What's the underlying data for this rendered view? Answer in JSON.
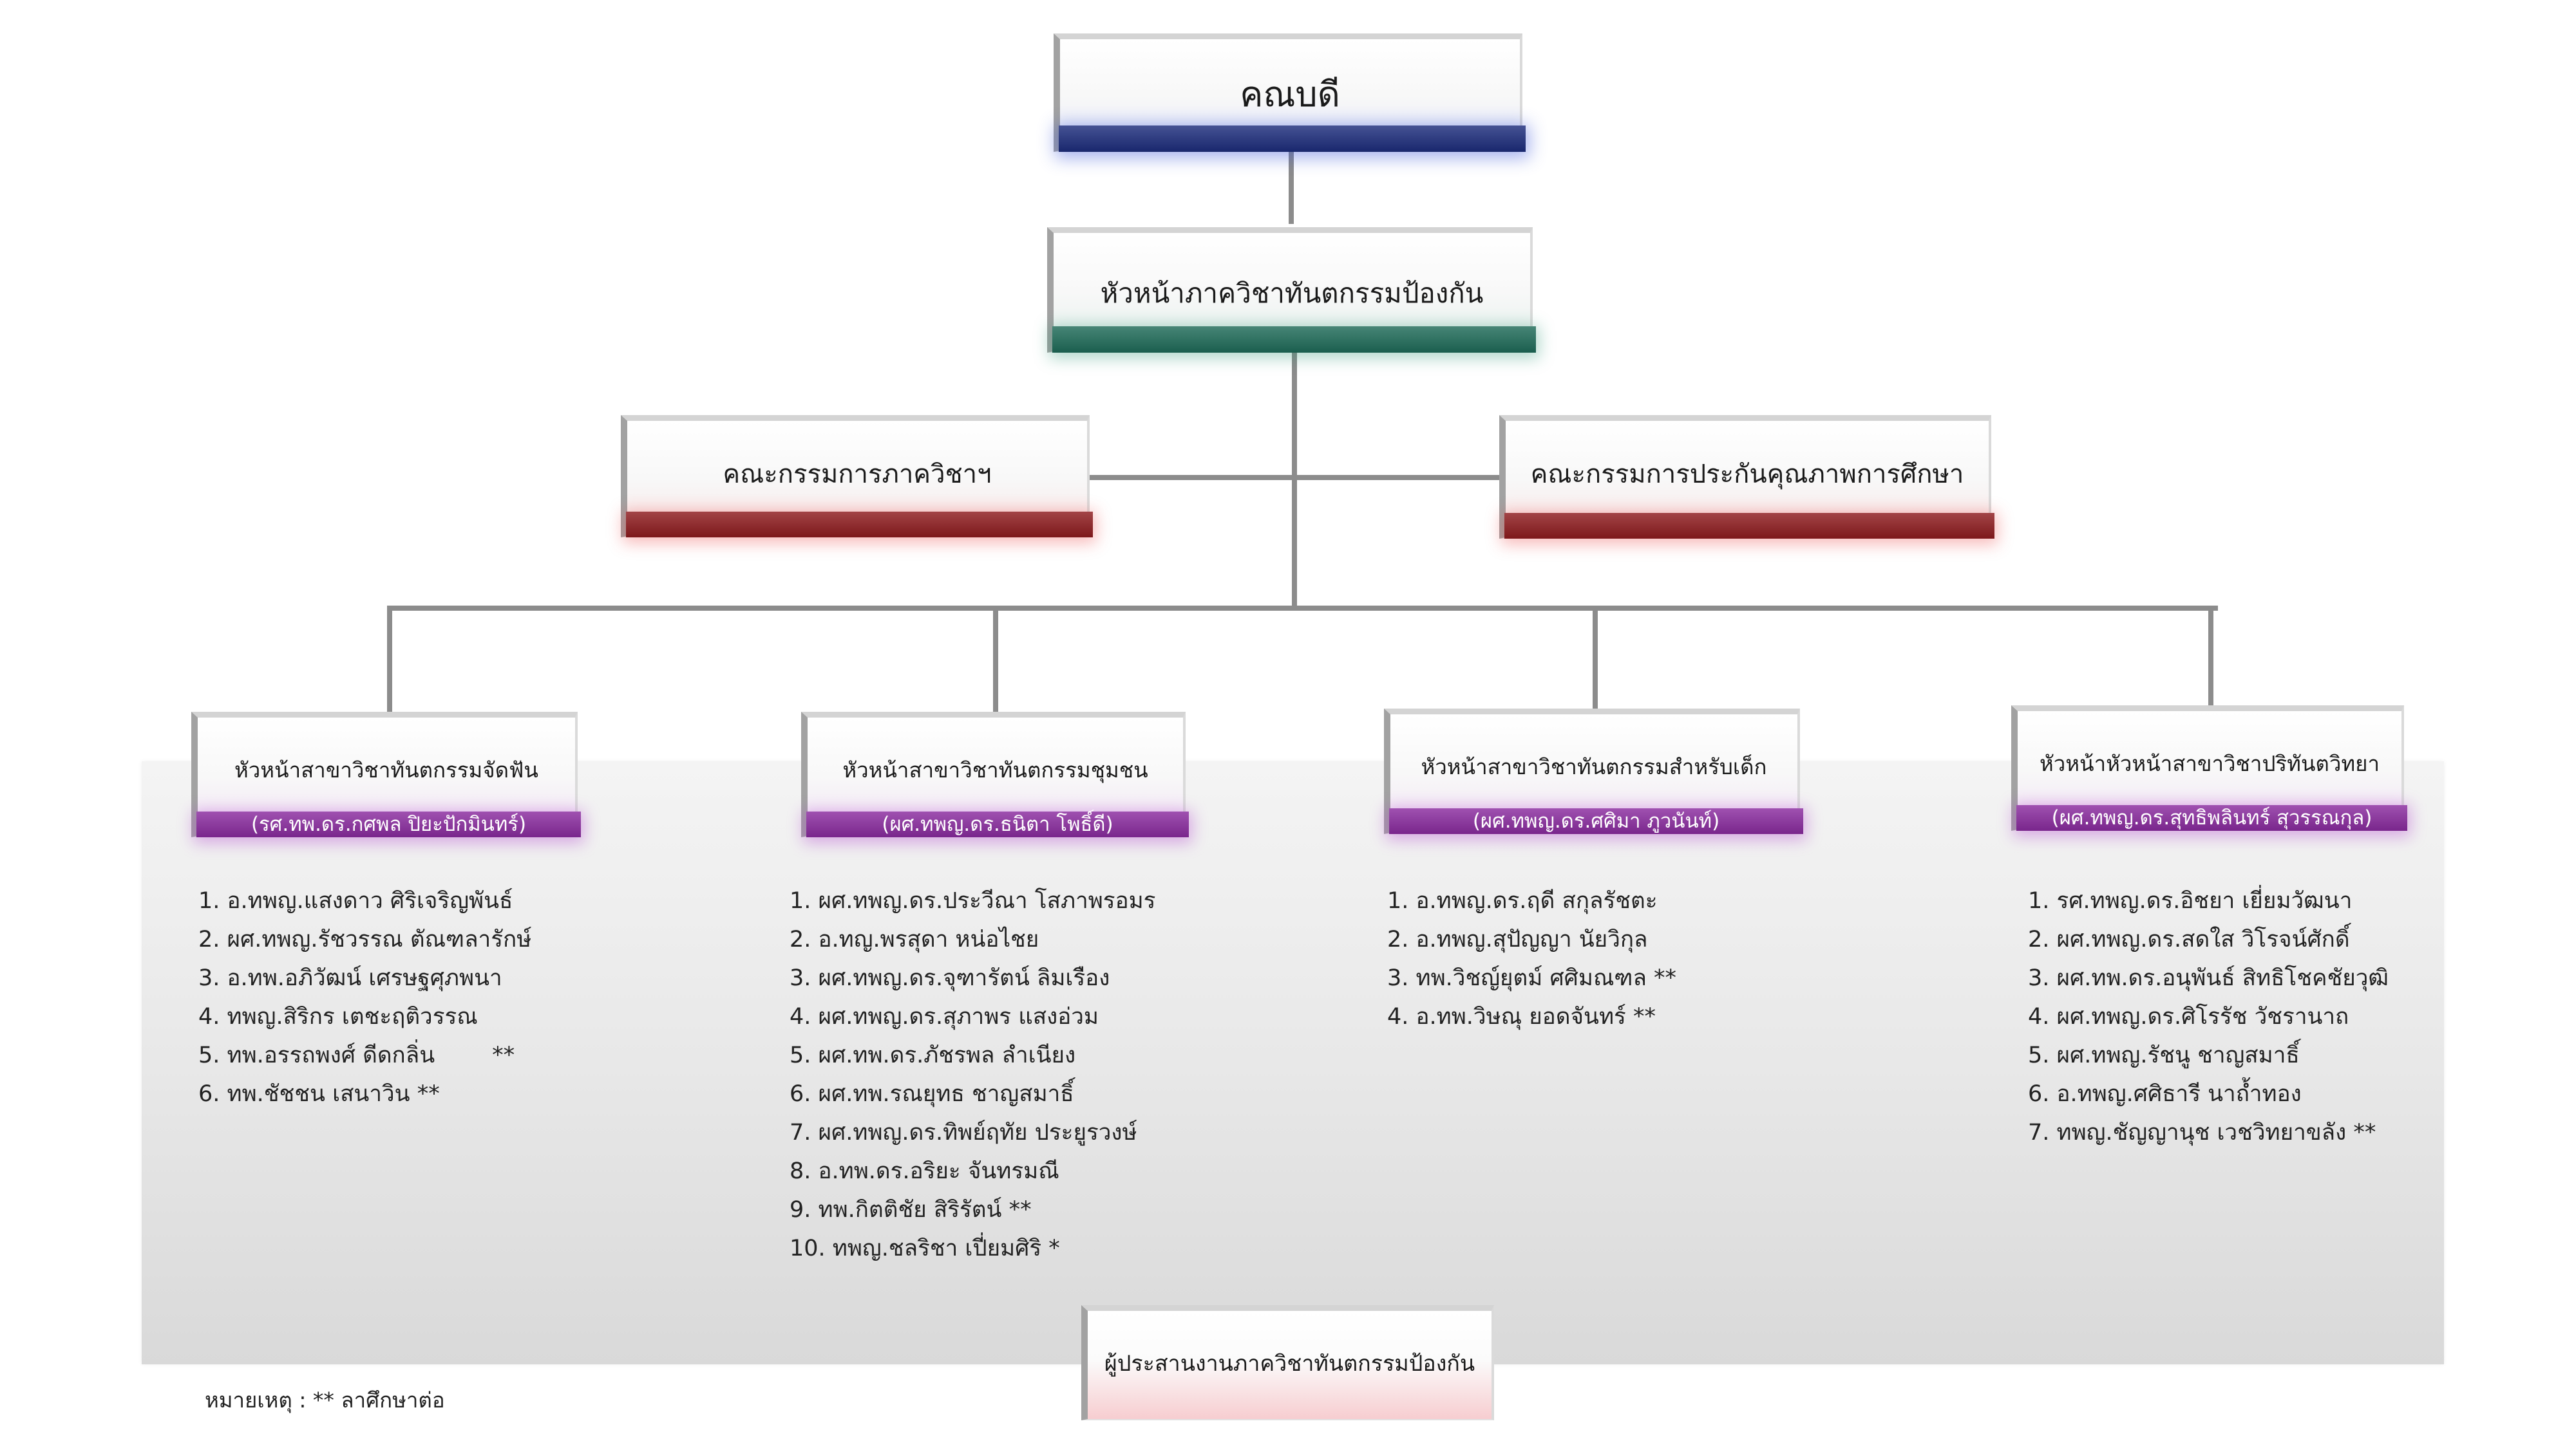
{
  "dean": {
    "title": "คณบดี"
  },
  "department_head": {
    "title": "หัวหน้าภาควิชาทันตกรรมป้องกัน"
  },
  "committees": [
    {
      "title": "คณะกรรมการภาควิชาฯ"
    },
    {
      "title": "คณะกรรมการประกันคุณภาพการศึกษา"
    }
  ],
  "divisions": [
    {
      "title": "หัวหน้าสาขาวิชาทันตกรรมจัดฟัน",
      "head": "(รศ.ทพ.ดร.กศพล ปิยะปักมินทร์)",
      "members": [
        "1. อ.ทพญ.แสงดาว ศิริเจริญพันธ์",
        "2. ผศ.ทพญ.รัชวรรณ ตัณฑลารักษ์",
        "3. อ.ทพ.อภิวัฒน์ เศรษฐศุภพนา",
        "4. ทพญ.สิริกร เตชะฤติวรรณ",
        "5. ทพ.อรรถพงศ์ ดีดกลิ่น        **",
        "6. ทพ.ชัชชน เสนาวิน **"
      ]
    },
    {
      "title": "หัวหน้าสาขาวิชาทันตกรรมชุมชน",
      "head": "(ผศ.ทพญ.ดร.ธนิตา โพธิ์ดี)",
      "members": [
        "1. ผศ.ทพญ.ดร.ประวีณา โสภาพรอมร",
        "2. อ.ทญ.พรสุดา หน่อไชย",
        "3. ผศ.ทพญ.ดร.จุฑารัตน์ ลิมเรือง",
        "4. ผศ.ทพญ.ดร.สุภาพร แสงอ่วม",
        "5. ผศ.ทพ.ดร.ภัชรพล ลำเนียง",
        "6. ผศ.ทพ.รณยุทธ ชาญสมาธิ์",
        "7. ผศ.ทพญ.ดร.ทิพย์ฤทัย ประยูรวงษ์",
        "8. อ.ทพ.ดร.อริยะ จันทรมณี",
        "9. ทพ.กิตติชัย สิริรัตน์ **",
        "10. ทพญ.ชลริชา เปี่ยมศิริ *"
      ]
    },
    {
      "title": "หัวหน้าสาขาวิชาทันตกรรมสำหรับเด็ก",
      "head": "(ผศ.ทพญ.ดร.ศศิมา ภูวนันท์)",
      "members": [
        "1. อ.ทพญ.ดร.ฤดี สกุลรัชตะ",
        "2. อ.ทพญ.สุปัญญา นัยวิกุล",
        "3. ทพ.วิชญ์ยุตม์ ศศิมณฑล **",
        "4. อ.ทพ.วิษณุ ยอดจันทร์ **"
      ]
    },
    {
      "title": "หัวหน้าหัวหน้าสาขาวิชาปริทันตวิทยา",
      "head": "(ผศ.ทพญ.ดร.สุทธิพลินทร์ สุวรรณกุล)",
      "members": [
        "1. รศ.ทพญ.ดร.อิชยา เยี่ยมวัฒนา",
        "2. ผศ.ทพญ.ดร.สดใส วิโรจน์ศักดิ์",
        "3. ผศ.ทพ.ดร.อนุพันธ์ สิทธิโชคชัยวุฒิ",
        "4. ผศ.ทพญ.ดร.ศิโรรัช วัชรานาถ",
        "5. ผศ.ทพญ.รัชนู ชาญสมาธิ์",
        "6. อ.ทพญ.ศศิธารี นาถ้ำทอง",
        "7. ทพญ.ชัญญานุช เวชวิทยาขลัง **"
      ]
    }
  ],
  "coordinator": {
    "title": "ผู้ประสานงานภาควิชาทันตกรรมป้องกัน"
  },
  "note": "หมายเหตุ : ** ลาศึกษาต่อ",
  "colors": {
    "dean_bar": "#1c2c7c",
    "head_bar": "#1e6b58",
    "committee_bar": "#8e1b1e",
    "division_bar": "#8a2b9f",
    "coordinator_tint": "#f7cdd0",
    "connector": "#8c8c8c"
  }
}
